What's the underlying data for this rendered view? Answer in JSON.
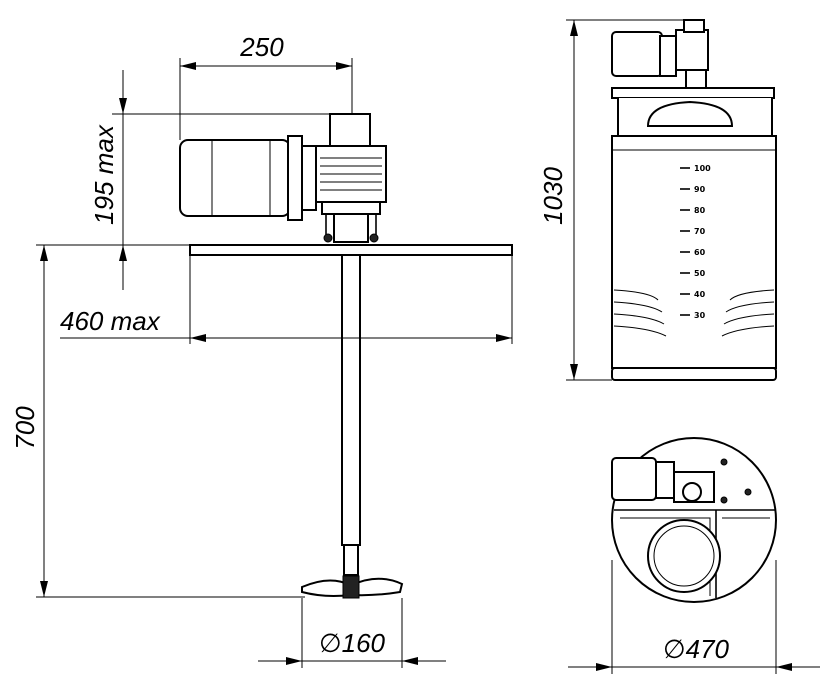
{
  "dimensions": {
    "width_250": "250",
    "height_195": "195 max",
    "width_460": "460 max",
    "height_700": "700",
    "dia_160": "∅160",
    "height_1030": "1030",
    "dia_470": "∅470"
  },
  "tank_scale": [
    "100",
    "90",
    "80",
    "70",
    "60",
    "50",
    "40",
    "30"
  ],
  "colors": {
    "line": "#000000",
    "background": "#ffffff"
  }
}
